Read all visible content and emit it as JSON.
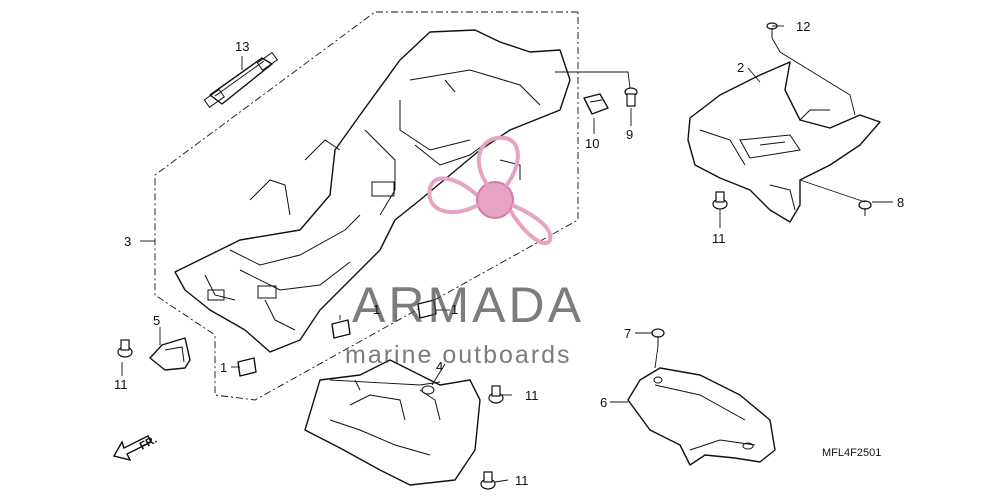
{
  "diagram": {
    "parts": [
      {
        "id": "p1a",
        "label": "1"
      },
      {
        "id": "p1b",
        "label": "1"
      },
      {
        "id": "p1c",
        "label": "1"
      },
      {
        "id": "p2",
        "label": "2"
      },
      {
        "id": "p3",
        "label": "3"
      },
      {
        "id": "p4",
        "label": "4"
      },
      {
        "id": "p5",
        "label": "5"
      },
      {
        "id": "p6",
        "label": "6"
      },
      {
        "id": "p7",
        "label": "7"
      },
      {
        "id": "p8",
        "label": "8"
      },
      {
        "id": "p9",
        "label": "9"
      },
      {
        "id": "p10",
        "label": "10"
      },
      {
        "id": "p11a",
        "label": "11"
      },
      {
        "id": "p11b",
        "label": "11"
      },
      {
        "id": "p11c",
        "label": "11"
      },
      {
        "id": "p11d",
        "label": "11"
      },
      {
        "id": "p12",
        "label": "12"
      },
      {
        "id": "p13",
        "label": "13"
      }
    ],
    "diagram_code": "MFL4F2501",
    "direction_label": "FR."
  },
  "watermark": {
    "brand": "ARMADA",
    "tagline": "marine outboards",
    "logo_color": "#e6a3c3",
    "text_color": "#4a4a4a"
  }
}
